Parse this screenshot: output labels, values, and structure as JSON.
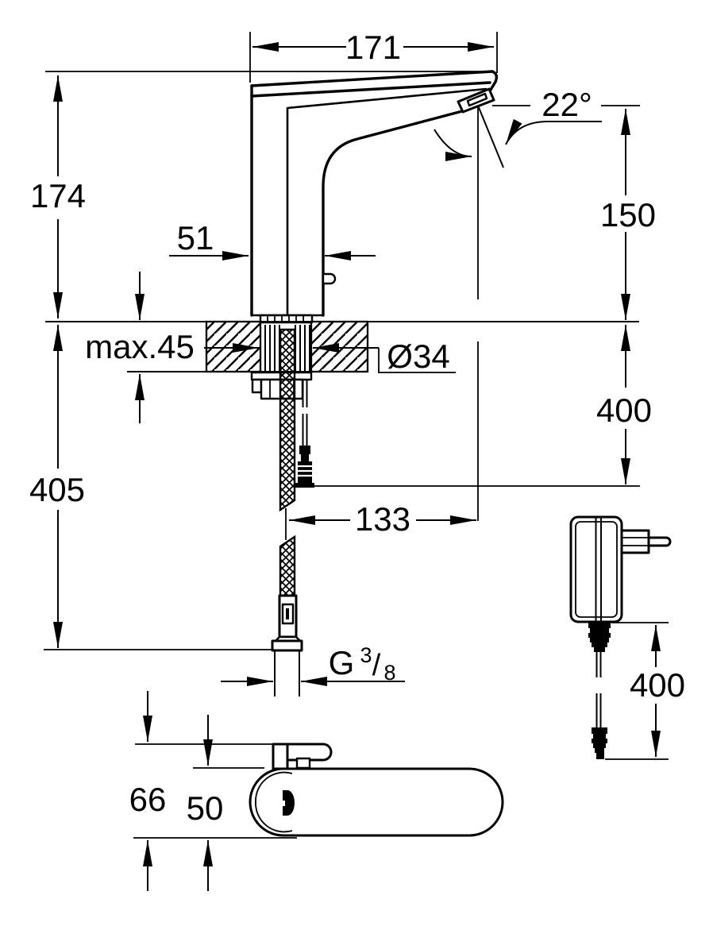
{
  "drawing": {
    "type": "technical-dimension-drawing",
    "subject": "electronic sensor basin faucet with power adapter, side view and base top view",
    "colors": {
      "line": "#000000",
      "background": "#ffffff"
    },
    "units_note": "mm (implied, not printed)"
  },
  "dimensions": {
    "spout_reach": "171",
    "spray_angle": "22°",
    "total_height": "174",
    "outlet_height": "150",
    "body_width": "51",
    "deck_thickness_max": "max.45",
    "hole_diameter": "Ø34",
    "cable_length_below_deck": "400",
    "hose_length": "405",
    "hose_to_outlet_offset": "133",
    "thread_letter": "G",
    "thread_numerator": "3",
    "thread_slash": "/",
    "thread_denominator": "8",
    "adapter_cable_length": "400",
    "base_depth_with_lever": "66",
    "base_body_depth": "50"
  }
}
